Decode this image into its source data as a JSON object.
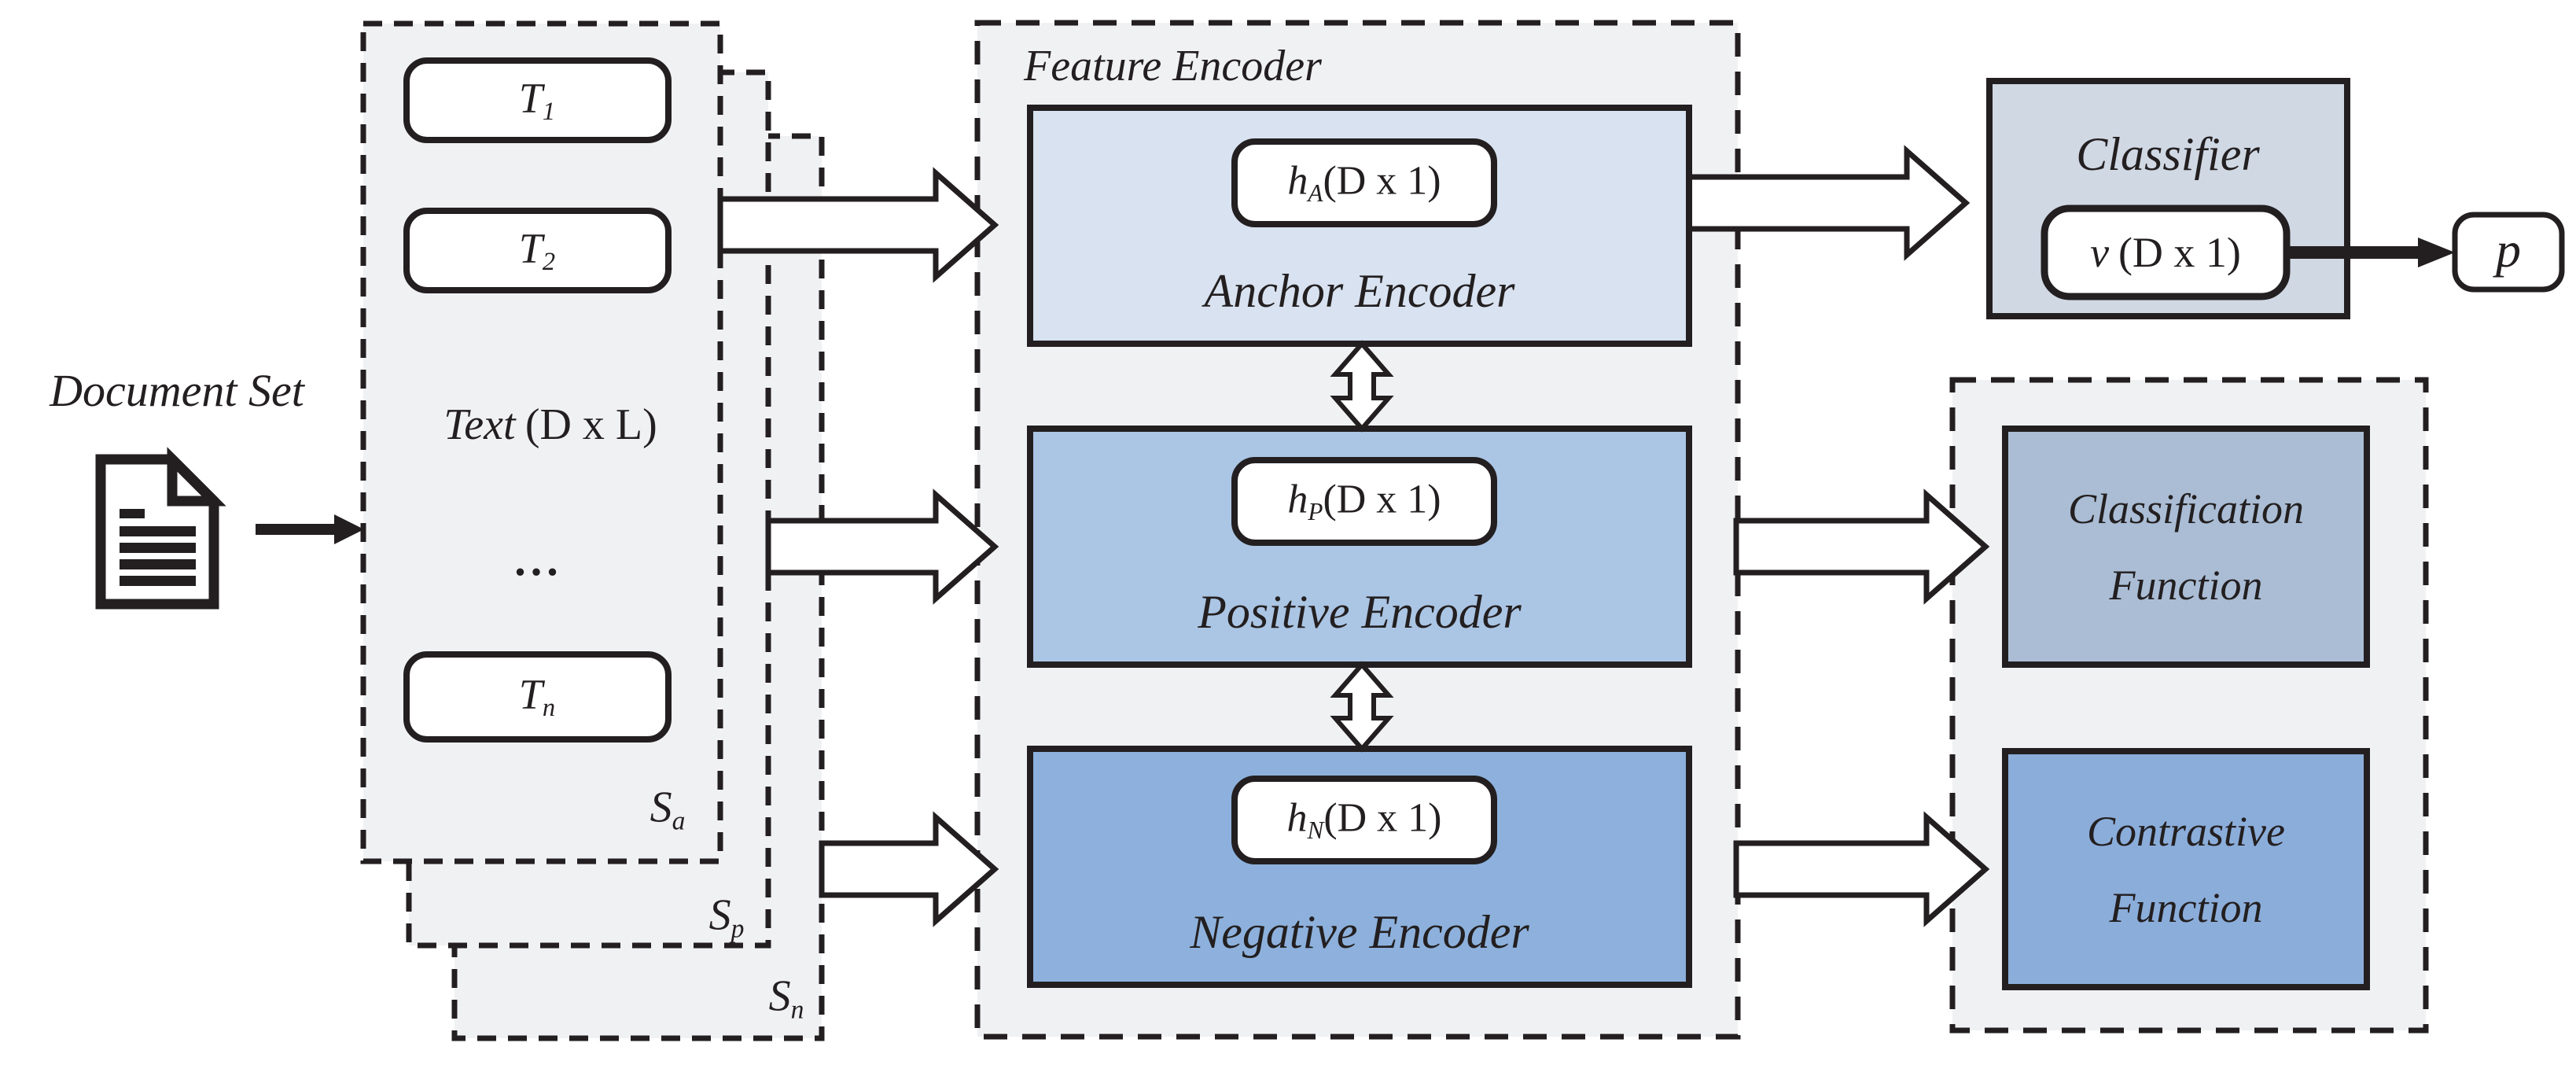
{
  "colors": {
    "ink": "#231f20",
    "panel": "#f0f1f3",
    "anchor": "#d8e2f0",
    "positive": "#abc5e4",
    "negative": "#8db1dc",
    "classifier": "#d0d8e4",
    "classification_fn": "#aabdd5",
    "contrastive_fn": "#8badda"
  },
  "document_set": {
    "label": "Document Set"
  },
  "input_stack": {
    "matrix_label": {
      "word": "Text",
      "dims": "(D x L)"
    },
    "ellipsis": "...",
    "texts": [
      {
        "base": "T",
        "sub": "1"
      },
      {
        "base": "T",
        "sub": "2"
      },
      {
        "base": "T",
        "sub": "n"
      }
    ],
    "sets": [
      {
        "base": "S",
        "sub": "a"
      },
      {
        "base": "S",
        "sub": "p"
      },
      {
        "base": "S",
        "sub": "n"
      }
    ]
  },
  "feature_encoder": {
    "title": "Feature Encoder",
    "encoders": [
      {
        "label": "Anchor Encoder",
        "h": {
          "base": "h",
          "sub": "A",
          "dims": "(D x 1)"
        }
      },
      {
        "label": "Positive Encoder",
        "h": {
          "base": "h",
          "sub": "P",
          "dims": "(D x 1)"
        }
      },
      {
        "label": "Negative Encoder",
        "h": {
          "base": "h",
          "sub": "N",
          "dims": "(D x 1)"
        }
      }
    ]
  },
  "classifier": {
    "title": "Classifier",
    "vector": {
      "base": "v",
      "dims": "(D x 1)"
    },
    "output": "p"
  },
  "objectives": {
    "classification": {
      "line1": "Classification",
      "line2": "Function"
    },
    "contrastive": {
      "line1": "Contrastive",
      "line2": "Function"
    }
  }
}
